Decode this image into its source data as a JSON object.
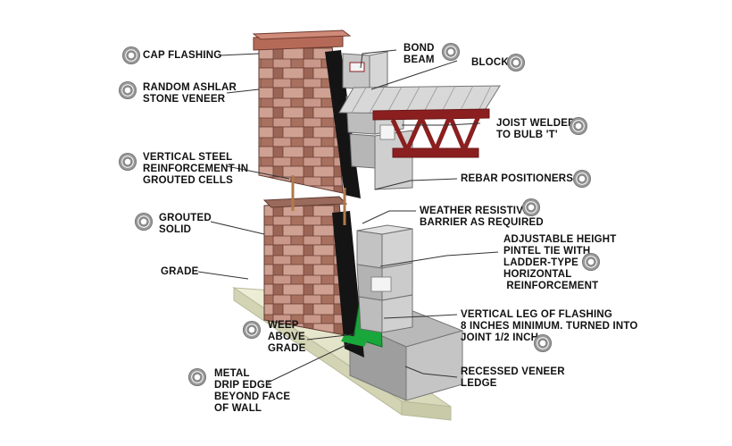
{
  "diagram": {
    "colors": {
      "stone_light": "#c9988a",
      "stone_dark": "#8e5a4c",
      "block": "#bfbfbf",
      "steel": "#8b1f1f",
      "membrane": "#111111",
      "flashing": "#19a63a",
      "ground": "#e6e8cc"
    },
    "marker_icon": "target-circle-icon",
    "labels": {
      "cap_flashing": [
        "CAP FLASHING"
      ],
      "random_ashlar": [
        "RANDOM ASHLAR",
        "STONE VENEER"
      ],
      "vertical_steel": [
        "VERTICAL STEEL",
        "REINFORCEMENT IN",
        "GROUTED CELLS"
      ],
      "grouted_solid": [
        "GROUTED",
        "SOLID"
      ],
      "grade": [
        "GRADE"
      ],
      "weep": [
        "WEEP",
        "ABOVE",
        "GRADE"
      ],
      "metal_drip": [
        "METAL",
        "DRIP EDGE",
        "BEYOND FACE",
        "OF WALL"
      ],
      "bond_beam": [
        "BOND",
        "BEAM"
      ],
      "block": [
        "BLOCK"
      ],
      "joist": [
        "JOIST WELDED",
        "TO BULB 'T'"
      ],
      "rebar_positioners": [
        "REBAR POSITIONERS"
      ],
      "weather_barrier": [
        "WEATHER RESISTIVE",
        "BARRIER AS REQUIRED"
      ],
      "pintel_tie": [
        "ADJUSTABLE HEIGHT",
        "PINTEL TIE WITH",
        "LADDER-TYPE",
        "HORIZONTAL",
        " REINFORCEMENT"
      ],
      "flashing_leg": [
        "VERTICAL LEG OF FLASHING",
        "8 INCHES MINIMUM. TURNED INTO",
        "JOINT 1/2 INCH"
      ],
      "recessed_ledge": [
        "RECESSED VENEER",
        "LEDGE"
      ]
    }
  }
}
